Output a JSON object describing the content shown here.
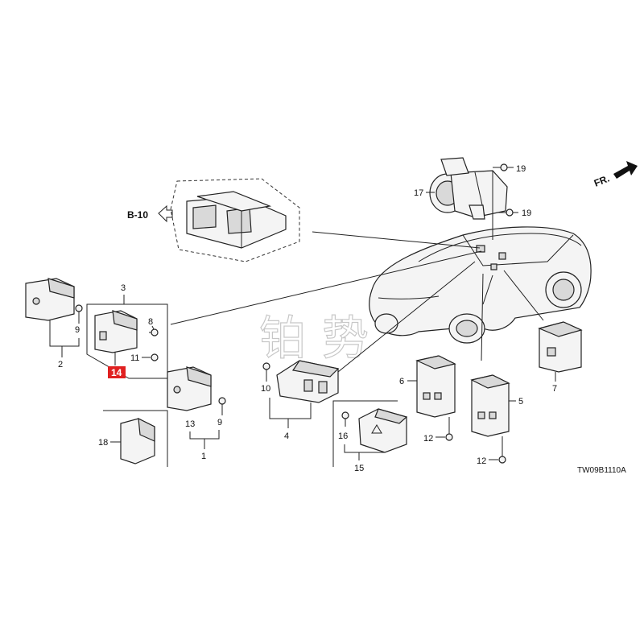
{
  "diagram": {
    "callouts": {
      "c1": "1",
      "c2": "2",
      "c3": "3",
      "c4": "4",
      "c5": "5",
      "c6": "6",
      "c7": "7",
      "c8": "8",
      "c9a": "9",
      "c9b": "9",
      "c10": "10",
      "c11": "11",
      "c12a": "12",
      "c12b": "12",
      "c13": "13",
      "c14": "14",
      "c15": "15",
      "c16": "16",
      "c17": "17",
      "c18": "18",
      "c19a": "19",
      "c19b": "19"
    },
    "ref_label": "B-10",
    "direction_label": "FR.",
    "drawing_code": "TW09B1110A",
    "watermark": [
      "铂",
      "势"
    ],
    "highlight_color": "#e02020"
  }
}
